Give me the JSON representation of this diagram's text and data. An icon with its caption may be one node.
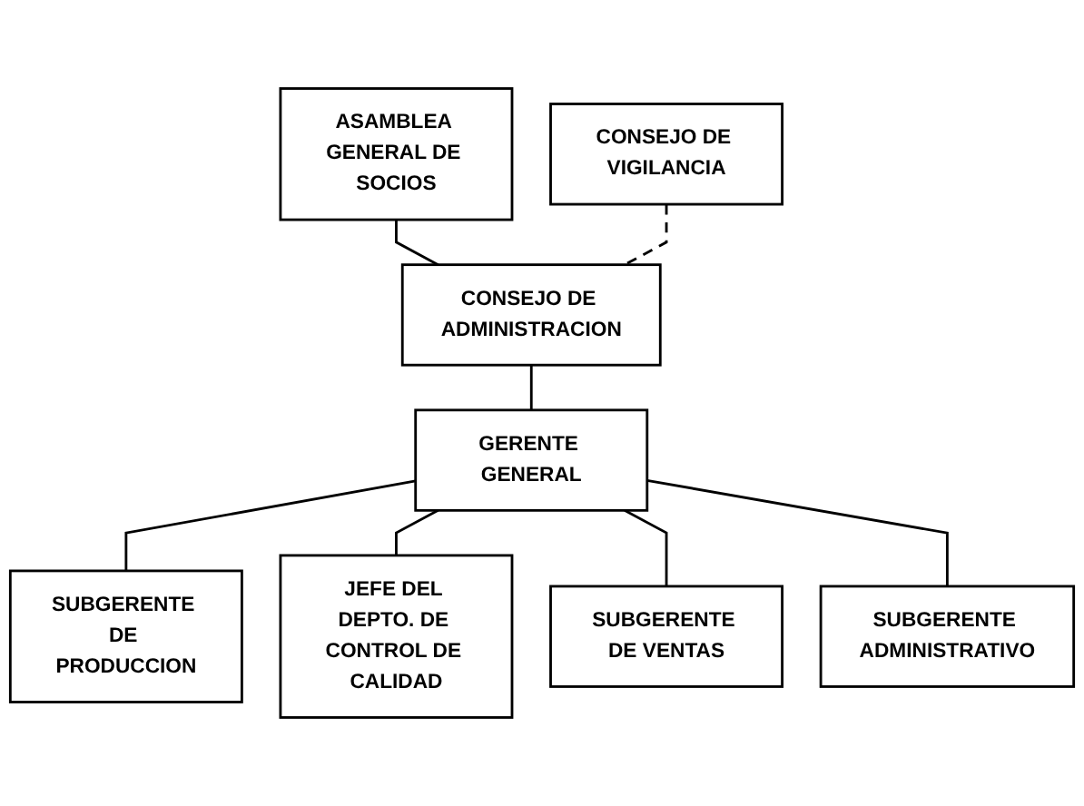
{
  "diagram": {
    "nodes": [
      {
        "text": [
          "ASAMBLEA GENERAL DE SOCIOS"
        ]
      },
      {
        "text": [
          "CONSEJO DE ADMINISTRACION"
        ]
      },
      {
        "text": [
          "CONSEJO DE VIGILANCIA"
        ]
      },
      {
        "text": [
          "GERENTE GENERAL"
        ]
      },
      {
        "text": [
          "SUBGERENTE DE PRODUCCION"
        ]
      },
      {
        "text": [
          "JEFE DEL DEPTO. DE CONTROL DE CALIDAD"
        ]
      },
      {
        "text": [
          "SUBGERENTE DE VENTAS"
        ]
      },
      {
        "text": [
          "SUBGERENTE ADMINISTRATIVO"
        ]
      }
    ],
    "edges": [
      {
        "from": 0,
        "to": 1,
        "arrow": "none"
      },
      {
        "from": 1,
        "to": 3,
        "arrow": "none"
      },
      {
        "from": 1,
        "to": 2,
        "arrow": "none",
        "style": "dashed"
      },
      {
        "from": 3,
        "to": 4,
        "arrow": "none"
      },
      {
        "from": 3,
        "to": 5,
        "arrow": "none"
      },
      {
        "from": 3,
        "to": 6,
        "arrow": "none"
      },
      {
        "from": 3,
        "to": 7,
        "arrow": "none"
      }
    ]
  }
}
